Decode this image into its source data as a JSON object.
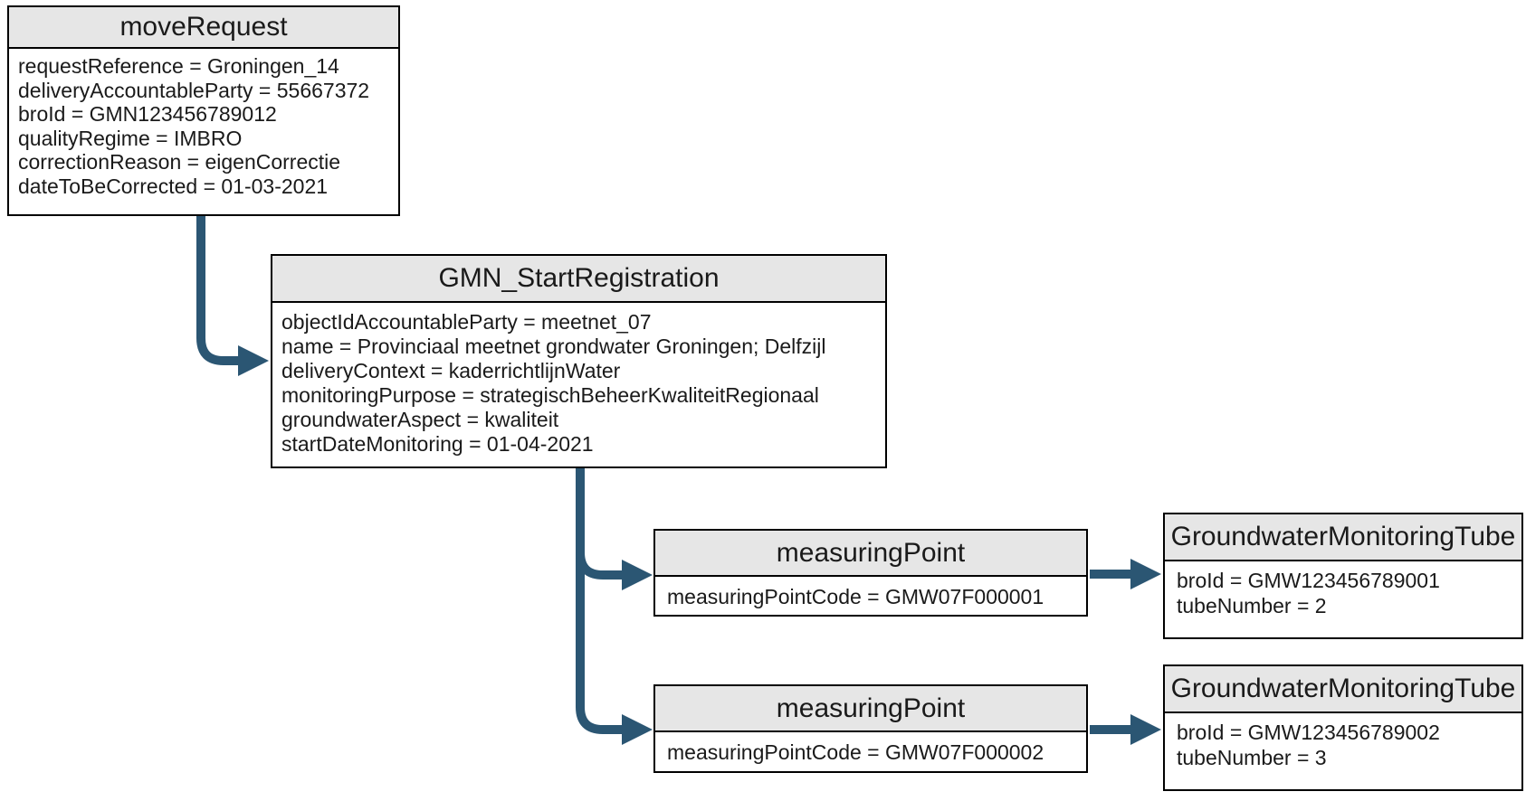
{
  "colors": {
    "arrow": "#2B5673",
    "header_fill": "#E6E6E6",
    "border": "#000000",
    "background": "#FFFFFF"
  },
  "boxes": {
    "move_request": {
      "title": "moveRequest",
      "attrs": [
        "requestReference = Groningen_14",
        "deliveryAccountableParty = 55667372",
        "broId = GMN123456789012",
        "qualityRegime = IMBRO",
        "correctionReason = eigenCorrectie",
        "dateToBeCorrected = 01-03-2021"
      ]
    },
    "gmn_start_registration": {
      "title": "GMN_StartRegistration",
      "attrs": [
        "objectIdAccountableParty = meetnet_07",
        "name = Provinciaal meetnet grondwater Groningen; Delfzijl",
        "deliveryContext = kaderrichtlijnWater",
        "monitoringPurpose = strategischBeheerKwaliteitRegionaal",
        "groundwaterAspect = kwaliteit",
        "startDateMonitoring = 01-04-2021"
      ]
    },
    "measuring_point_1": {
      "title": "measuringPoint",
      "attrs": [
        "measuringPointCode = GMW07F000001"
      ]
    },
    "measuring_point_2": {
      "title": "measuringPoint",
      "attrs": [
        "measuringPointCode = GMW07F000002"
      ]
    },
    "tube_1": {
      "title": "GroundwaterMonitoringTube",
      "attrs": [
        "broId = GMW123456789001",
        "tubeNumber = 2"
      ]
    },
    "tube_2": {
      "title": "GroundwaterMonitoringTube",
      "attrs": [
        "broId = GMW123456789002",
        "tubeNumber = 3"
      ]
    }
  }
}
